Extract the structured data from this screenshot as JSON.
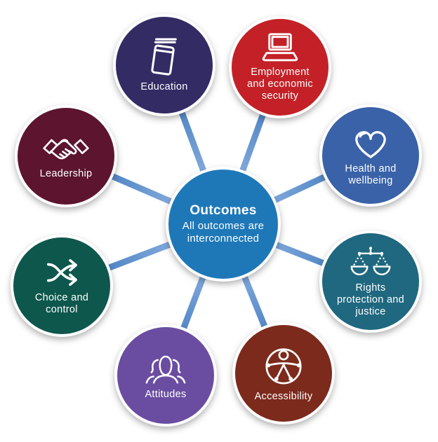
{
  "diagram": {
    "center": {
      "title": "Outcomes",
      "subtitle": "All outcomes are\ninterconnected",
      "color": "#1e78b8"
    },
    "connector": {
      "gradient_start": "#7ea7da",
      "gradient_end": "#2e6cb4"
    },
    "nodes": [
      {
        "id": "education",
        "label": "Education",
        "icon": "book-icon",
        "color": "#322b64"
      },
      {
        "id": "employment",
        "label": "Employment\nand economic\nsecurity",
        "icon": "laptop-icon",
        "color": "#c32127"
      },
      {
        "id": "health",
        "label": "Health and\nwellbeing",
        "icon": "heart-icon",
        "color": "#3a62a8"
      },
      {
        "id": "rights",
        "label": "Rights\nprotection and\njustice",
        "icon": "scales-icon",
        "color": "#1f687f"
      },
      {
        "id": "accessibility",
        "label": "Accessibility",
        "icon": "accessibility-icon",
        "color": "#7c2a1c"
      },
      {
        "id": "attitudes",
        "label": "Attitudes",
        "icon": "people-icon",
        "color": "#6a4da1"
      },
      {
        "id": "choice",
        "label": "Choice and\ncontrol",
        "icon": "shuffle-arrows-icon",
        "color": "#0e574d"
      },
      {
        "id": "leadership",
        "label": "Leadership",
        "icon": "handshake-icon",
        "color": "#5c142f"
      }
    ]
  }
}
